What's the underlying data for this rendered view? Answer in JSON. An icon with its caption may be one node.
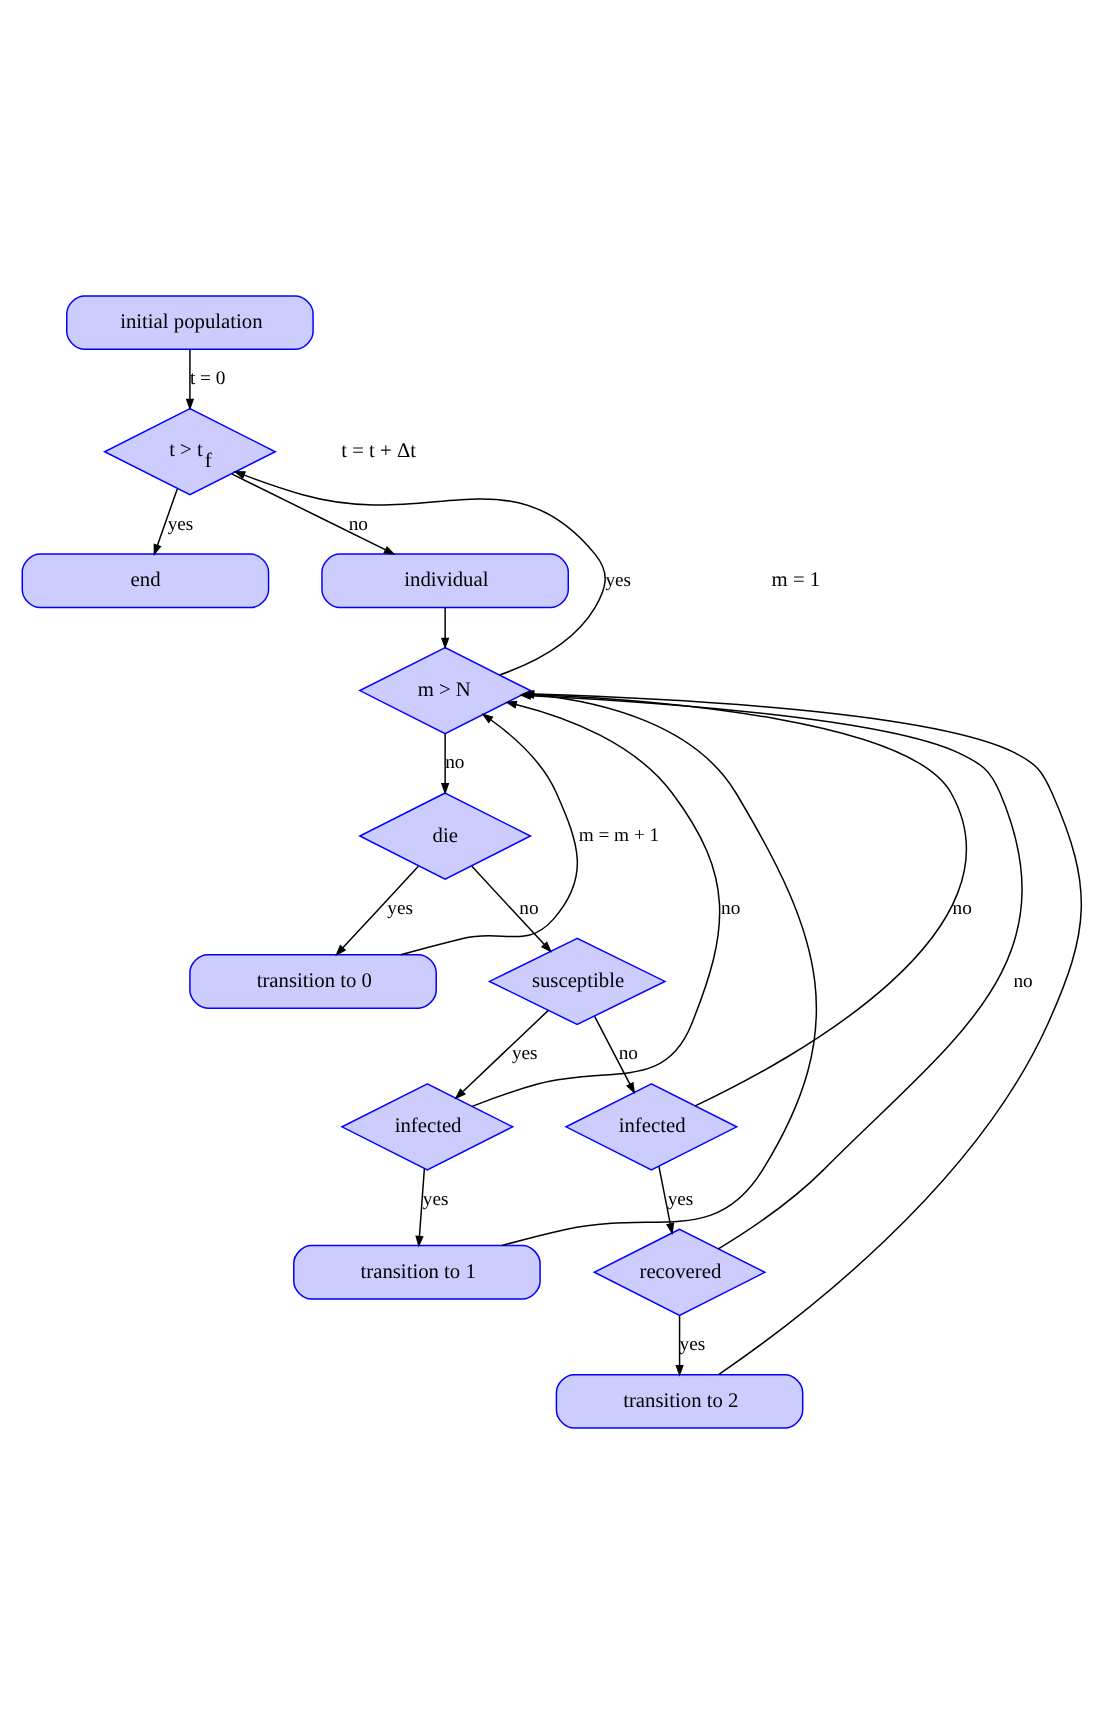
{
  "diagram": {
    "nodes": [
      {
        "text": [
          "initial population"
        ]
      },
      {
        "text": [
          "t > t$_{f}$"
        ]
      },
      {
        "text": [
          "end"
        ]
      },
      {
        "text": [
          "individual"
        ]
      },
      {
        "text": [
          "m > N"
        ]
      },
      {
        "text": [
          "die"
        ]
      },
      {
        "text": [
          "transition to 0"
        ]
      },
      {
        "text": [
          "susceptible"
        ]
      },
      {
        "text": [
          "infected"
        ]
      },
      {
        "text": [
          "transition to 1"
        ]
      },
      {
        "text": [
          "infected"
        ]
      },
      {
        "text": [
          "recovered"
        ]
      },
      {
        "text": [
          "transition to 2"
        ]
      }
    ],
    "edges": [
      {
        "from": 0,
        "to": 1,
        "arrow": "to",
        "label": "t = 0"
      },
      {
        "from": 1,
        "to": 2,
        "arrow": "to",
        "label": "yes"
      },
      {
        "from": 1,
        "to": 3,
        "arrow": "to",
        "label": "no"
      },
      {
        "from": 3,
        "to": 4,
        "arrow": "to"
      },
      {
        "from": 4,
        "to": 1,
        "arrow": "to",
        "label": "yes"
      },
      {
        "from": 4,
        "to": 5,
        "arrow": "to",
        "label": "no"
      },
      {
        "from": 5,
        "to": 6,
        "arrow": "to",
        "label": "yes"
      },
      {
        "from": 5,
        "to": 7,
        "arrow": "to",
        "label": "no"
      },
      {
        "from": 7,
        "to": 8,
        "arrow": "to",
        "label": "yes"
      },
      {
        "from": 7,
        "to": 10,
        "arrow": "to",
        "label": "no"
      },
      {
        "from": 8,
        "to": 9,
        "arrow": "to",
        "label": "yes"
      },
      {
        "from": 10,
        "to": 11,
        "arrow": "to",
        "label": "yes"
      },
      {
        "from": 11,
        "to": 12,
        "arrow": "to",
        "label": "yes"
      },
      {
        "from": 6,
        "to": 4,
        "arrow": "to",
        "label": "m = m + 1"
      },
      {
        "from": 8,
        "to": 4,
        "arrow": "to",
        "label": "no"
      },
      {
        "from": 9,
        "to": 4,
        "arrow": "to"
      },
      {
        "from": 10,
        "to": 4,
        "arrow": "to",
        "label": "no"
      },
      {
        "from": 11,
        "to": 4,
        "arrow": "to",
        "label": "no"
      },
      {
        "from": 12,
        "to": 4,
        "arrow": "to"
      }
    ],
    "labels": [
      "t = t + Δt",
      "m = 1"
    ]
  }
}
